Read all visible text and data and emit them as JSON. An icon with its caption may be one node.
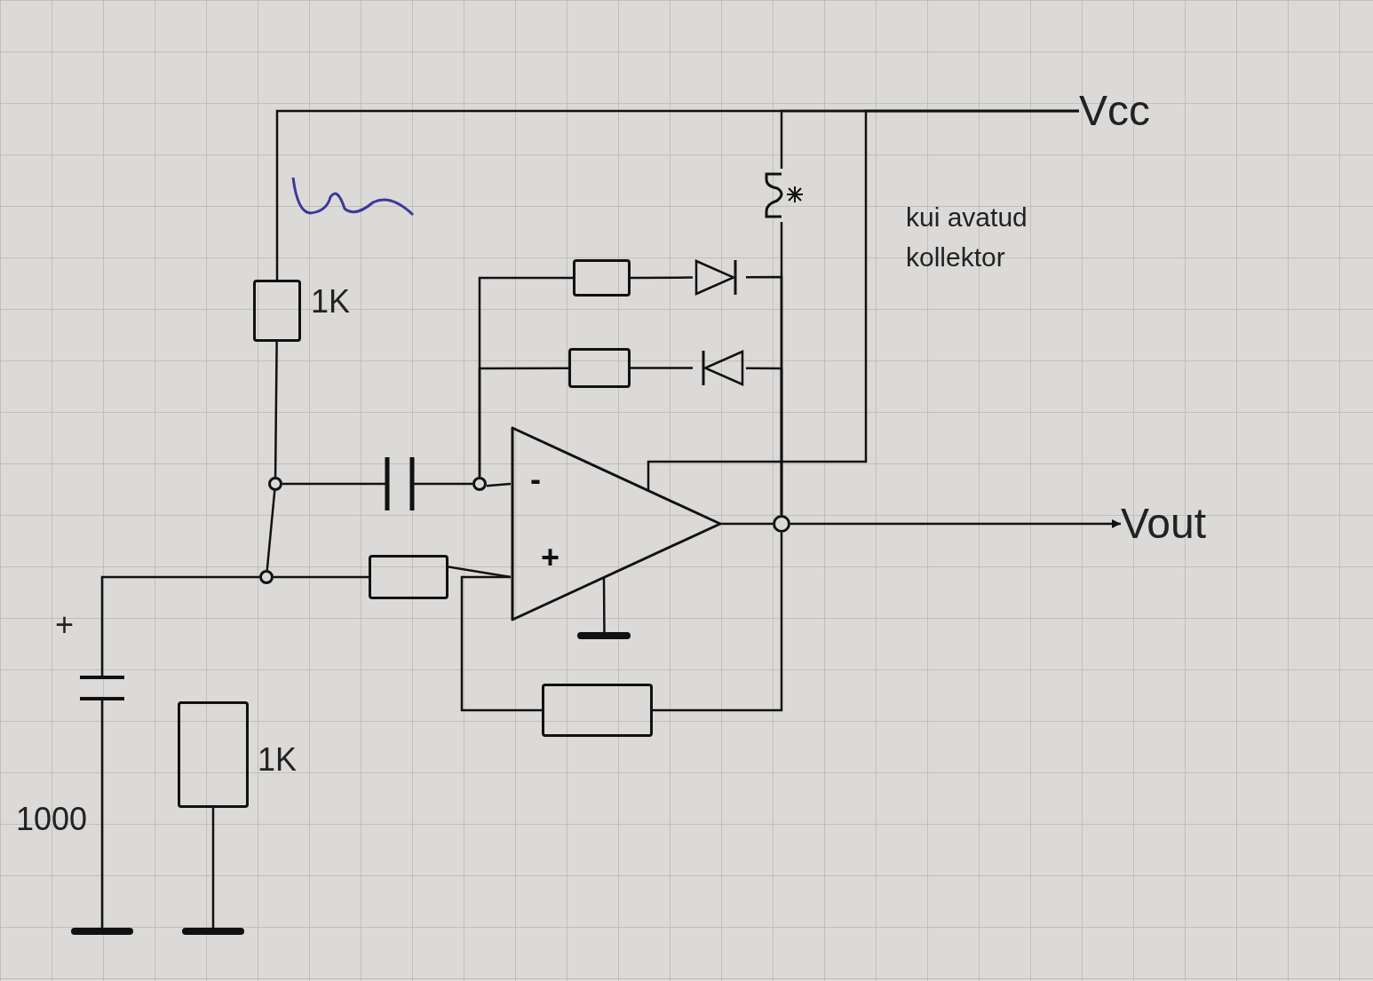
{
  "diagram": {
    "nodes": [
      {
        "text": [
          "Vcc"
        ]
      },
      {
        "text": [],
        "shape": "box",
        "beside": [
          "1K"
        ]
      },
      {
        "text": [],
        "shape": "led"
      },
      {
        "text": [],
        "shape": "box"
      },
      {
        "text": [],
        "shape": "diode"
      },
      {
        "text": [],
        "shape": "box"
      },
      {
        "text": [],
        "shape": "diode"
      },
      {
        "text": [],
        "shape": "circle"
      },
      {
        "text": [],
        "shape": "capacitor"
      },
      {
        "text": [],
        "shape": "circle"
      },
      {
        "text": [
          "-",
          "+"
        ]
      },
      {
        "text": [],
        "shape": "circle"
      },
      {
        "text": [],
        "shape": "box"
      },
      {
        "text": [],
        "shape": "circle"
      },
      {
        "text": [
          "Vout"
        ]
      },
      {
        "text": [],
        "shape": "capacitor",
        "beside": [
          "+",
          "1000"
        ]
      },
      {
        "text": [],
        "shape": "bar"
      },
      {
        "text": [],
        "shape": "box"
      },
      {
        "text": [],
        "shape": "box",
        "beside": [
          "1K"
        ]
      },
      {
        "text": [],
        "shape": "bar"
      },
      {
        "text": [],
        "shape": "bar"
      }
    ],
    "edges": [
      {
        "from": 1,
        "to": 0,
        "arrow": "none"
      },
      {
        "from": 2,
        "to": 0,
        "arrow": "none"
      },
      {
        "from": 10,
        "to": 0,
        "arrow": "none"
      },
      {
        "from": 9,
        "to": 3,
        "arrow": "none"
      },
      {
        "from": 3,
        "to": 4,
        "arrow": "none"
      },
      {
        "from": 4,
        "to": 13,
        "arrow": "none"
      },
      {
        "from": 9,
        "to": 5,
        "arrow": "none"
      },
      {
        "from": 5,
        "to": 6,
        "arrow": "none"
      },
      {
        "from": 6,
        "to": 13,
        "arrow": "none"
      },
      {
        "from": 2,
        "to": 13,
        "arrow": "none"
      },
      {
        "from": 1,
        "to": 7,
        "arrow": "none"
      },
      {
        "from": 7,
        "to": 8,
        "arrow": "none"
      },
      {
        "from": 8,
        "to": 9,
        "arrow": "none"
      },
      {
        "from": 9,
        "to": 10,
        "arrow": "none"
      },
      {
        "from": 7,
        "to": 11,
        "arrow": "none"
      },
      {
        "from": 11,
        "to": 12,
        "arrow": "none"
      },
      {
        "from": 12,
        "to": 10,
        "arrow": "none"
      },
      {
        "from": 10,
        "to": 13,
        "arrow": "none"
      },
      {
        "from": 13,
        "to": 14,
        "arrow": "to"
      },
      {
        "from": 13,
        "to": 17,
        "arrow": "none"
      },
      {
        "from": 17,
        "to": 10,
        "arrow": "none"
      },
      {
        "from": 10,
        "to": 16,
        "arrow": "none"
      },
      {
        "from": 11,
        "to": 15,
        "arrow": "none"
      },
      {
        "from": 15,
        "to": 19,
        "arrow": "none"
      },
      {
        "from": 18,
        "to": 20,
        "arrow": "none"
      }
    ],
    "labels": [
      "kui avatud kollektor"
    ]
  }
}
